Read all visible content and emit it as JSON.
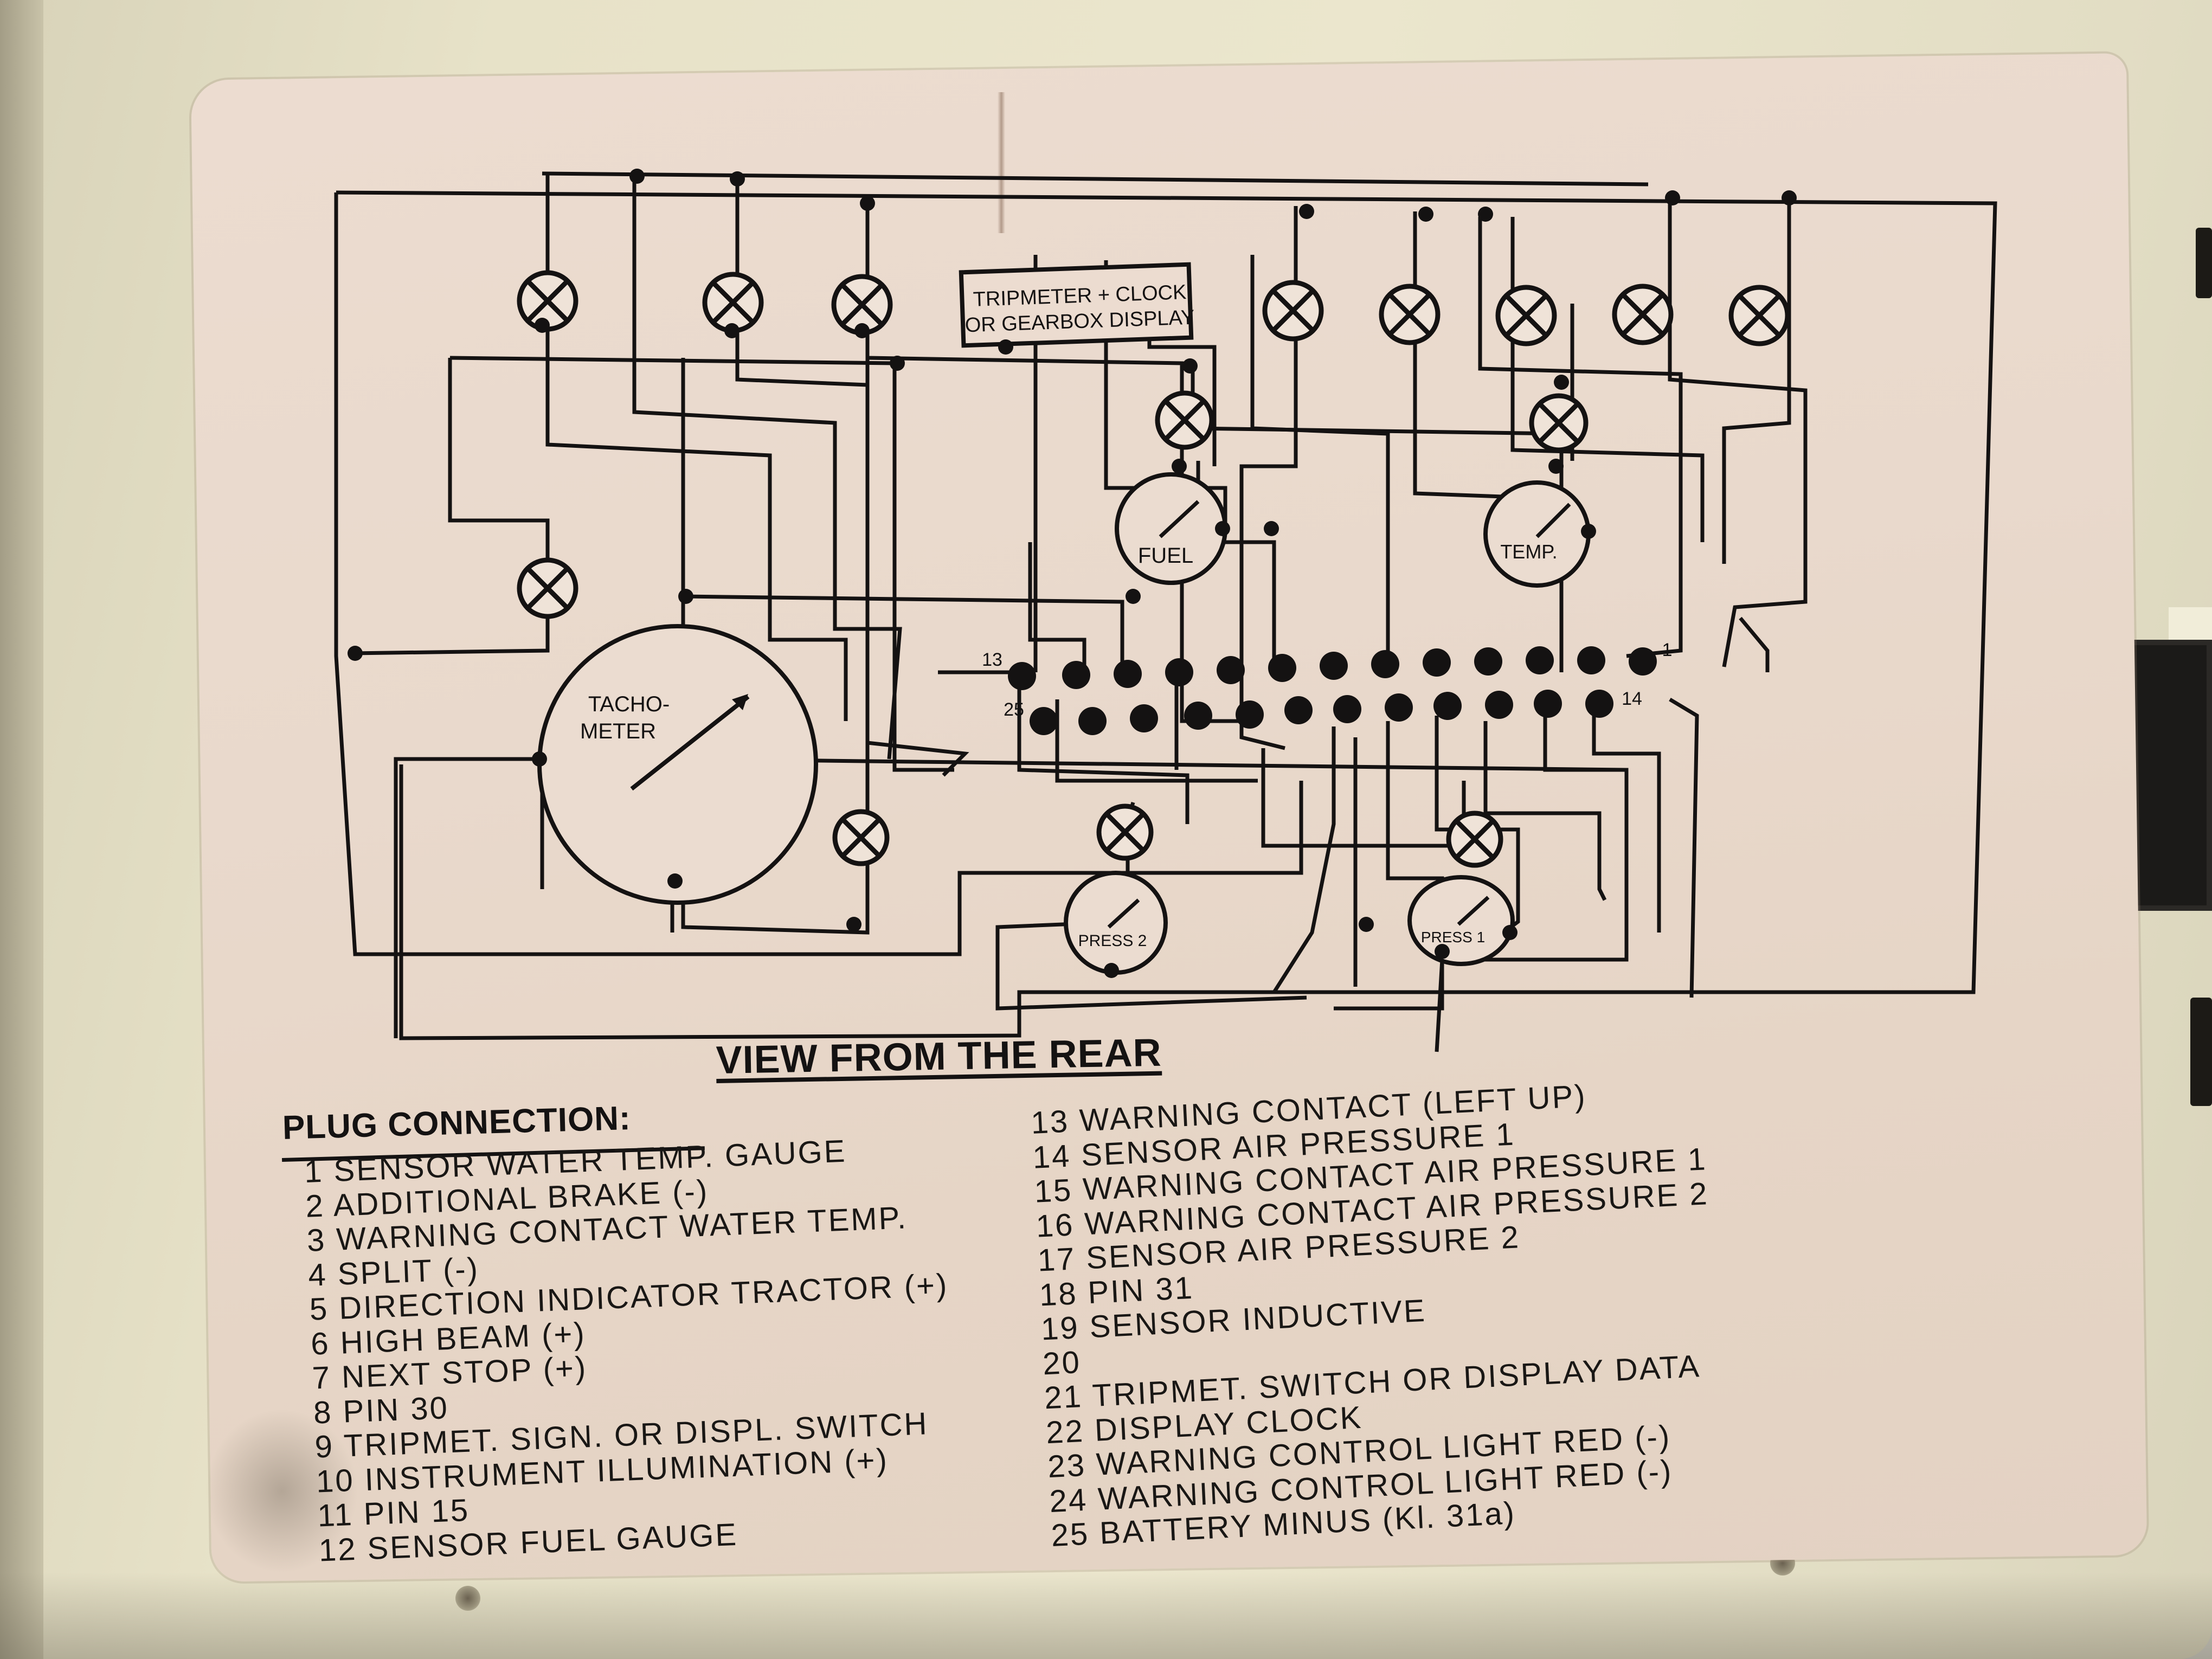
{
  "diagram": {
    "top_box_line1": "TRIPMETER + CLOCK",
    "top_box_line2": "OR GEARBOX DISPLAY",
    "gauges": {
      "tachometer_line1": "TACHO-",
      "tachometer_line2": "METER",
      "fuel": "FUEL",
      "temp": "TEMP.",
      "press2": "PRESS 2",
      "press1": "PRESS 1"
    },
    "pin_labels": {
      "p13": "13",
      "p25": "25",
      "p1": "1",
      "p14": "14"
    },
    "caption": "VIEW FROM THE REAR"
  },
  "plug": {
    "title": "PLUG CONNECTION:",
    "left_column": [
      "1 SENSOR WATER TEMP. GAUGE",
      "2 ADDITIONAL BRAKE (-)",
      "3 WARNING CONTACT WATER TEMP.",
      "4 SPLIT (-)",
      "5 DIRECTION INDICATOR TRACTOR (+)",
      "6 HIGH BEAM (+)",
      "7 NEXT STOP (+)",
      "8 PIN 30",
      "9 TRIPMET. SIGN. OR DISPL. SWITCH",
      "10 INSTRUMENT ILLUMINATION (+)",
      "11 PIN 15",
      "12 SENSOR FUEL GAUGE"
    ],
    "right_column": [
      "13 WARNING CONTACT (LEFT UP)",
      "14 SENSOR AIR PRESSURE 1",
      "15 WARNING CONTACT AIR PRESSURE 1",
      "16 WARNING CONTACT AIR PRESSURE 2",
      "17 SENSOR AIR PRESSURE 2",
      "18 PIN 31",
      "19 SENSOR INDUCTIVE",
      "20",
      "21 TRIPMET. SWITCH OR DISPLAY DATA",
      "22 DISPLAY CLOCK",
      "23 WARNING CONTROL LIGHT RED (-)",
      "24 WARNING CONTROL LIGHT RED (-)",
      "25 BATTERY MINUS (Kl. 31a)"
    ]
  },
  "colors": {
    "sticker": "#e9d9cc",
    "housing": "#e7e2c8",
    "ink": "#141212"
  }
}
